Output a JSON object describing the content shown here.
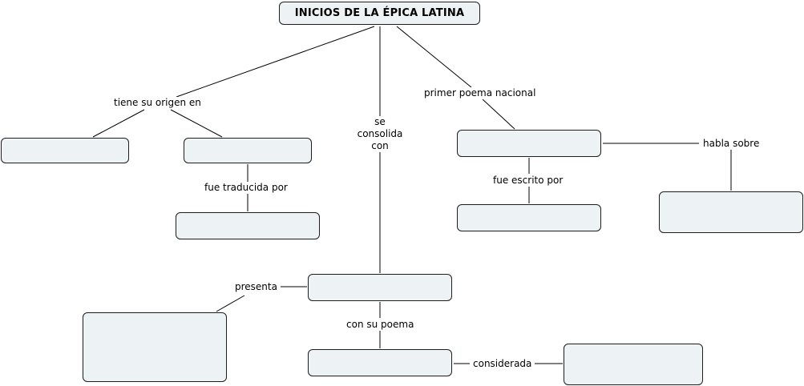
{
  "diagram": {
    "title": "INICIOS DE LA ÉPICA LATINA",
    "link_labels": {
      "tiene_su_origen_en": "tiene su origen en",
      "fue_traducida_por": "fue traducida por",
      "se_consolida_con": [
        "se",
        "consolida",
        "con"
      ],
      "primer_poema_nacional": "primer poema nacional",
      "habla_sobre": "habla sobre",
      "fue_escrito_por": "fue escrito por",
      "presenta": "presenta",
      "con_su_poema": "con su poema",
      "considerada": "considerada"
    },
    "concepts": {
      "origin_left": "",
      "origin_right": "",
      "translator": "",
      "national_poem": "",
      "national_poem_author": "",
      "national_poem_topic": "",
      "consolidator": "",
      "consolidator_feature": "",
      "consolidator_poem": "",
      "poem_considered": ""
    }
  }
}
